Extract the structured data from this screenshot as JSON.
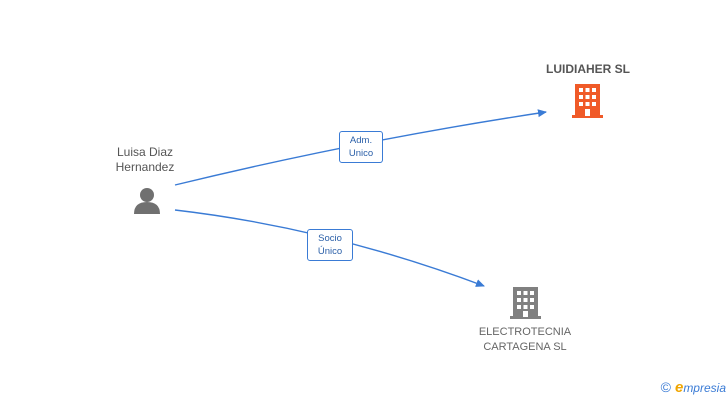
{
  "person": {
    "name_line1": "Luisa Diaz",
    "name_line2": "Hernandez"
  },
  "companies": {
    "top": {
      "name": "LUIDIAHER SL"
    },
    "bottom": {
      "name_line1": "ELECTROTECNIA",
      "name_line2": "CARTAGENA SL"
    }
  },
  "relations": {
    "to_top": {
      "line1": "Adm.",
      "line2": "Unico"
    },
    "to_bottom": {
      "line1": "Socio",
      "line2": "Único"
    }
  },
  "footer": {
    "copyright_symbol": "©",
    "brand_e": "e",
    "brand_rest": "mpresia"
  },
  "colors": {
    "edge": "#3a7bd5",
    "company_highlight": "#f05a28",
    "company_default": "#808080",
    "person": "#707070"
  },
  "icons": {
    "person": "person-icon",
    "company": "building-icon"
  }
}
